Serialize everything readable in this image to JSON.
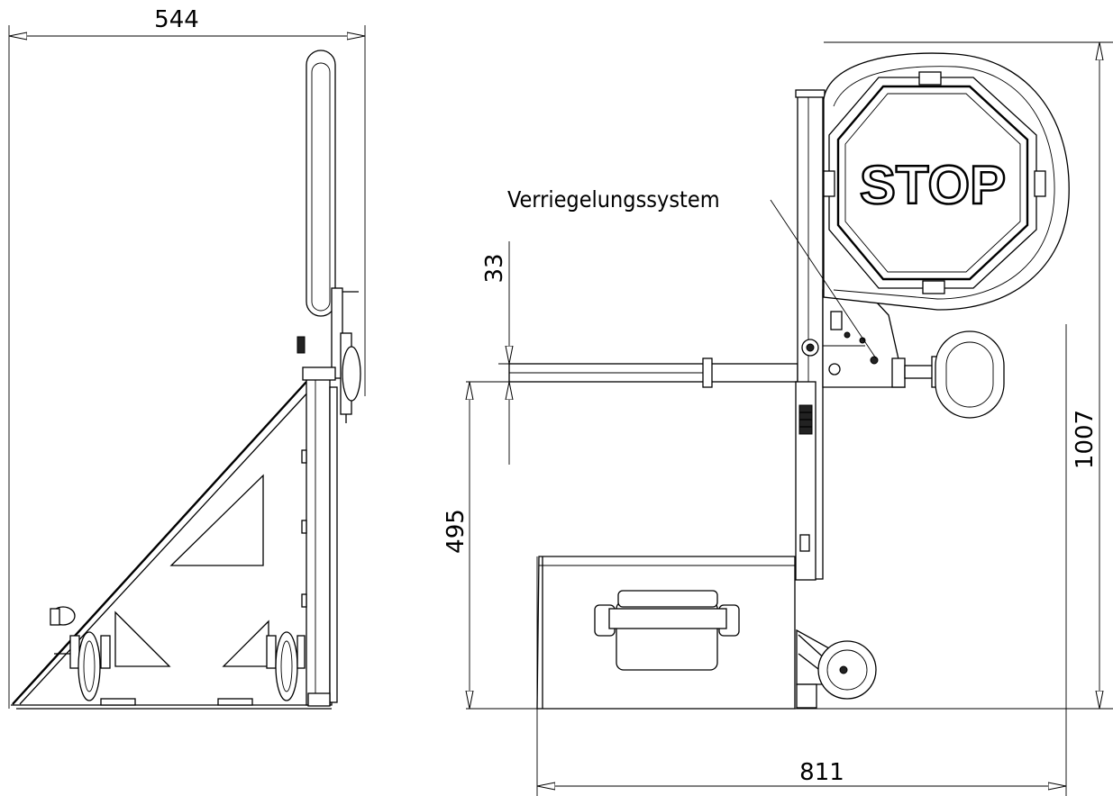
{
  "dimensions": {
    "left_width": "544",
    "right_width": "811",
    "total_height": "1007",
    "base_height": "495",
    "small_offset": "33"
  },
  "labels": {
    "locking_system": "Verriegelungssystem",
    "stop_sign": "STOP"
  }
}
